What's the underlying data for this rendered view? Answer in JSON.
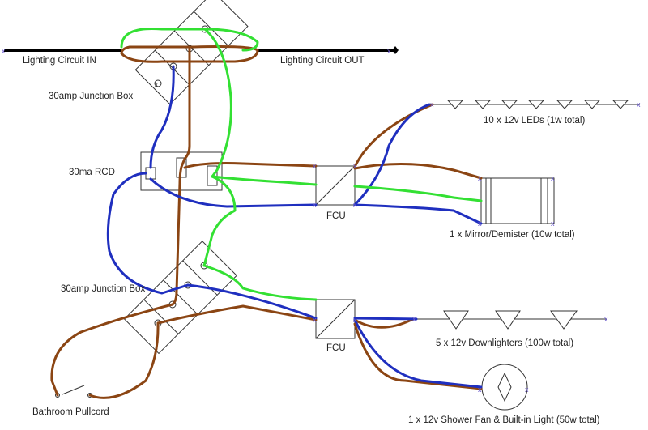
{
  "labels": {
    "lighting_in": "Lighting Circuit IN",
    "lighting_out": "Lighting Circuit OUT",
    "jb_top": "30amp Junction Box",
    "rcd": "30ma RCD",
    "fcu_top": "FCU",
    "leds": "10 x 12v LEDs (1w total)",
    "mirror": "1 x Mirror/Demister (10w total)",
    "jb_bottom": "30amp Junction Box",
    "fcu_bottom": "FCU",
    "downlighters": "5 x 12v Downlighters (100w total)",
    "pullcord": "Bathroom Pullcord",
    "fan": "1 x 12v Shower Fan & Built-in Light (50w total)"
  },
  "colors": {
    "live": "#8b4513",
    "neutral": "#1f2fbf",
    "earth": "#33e033",
    "mains_cable": "#000000"
  }
}
